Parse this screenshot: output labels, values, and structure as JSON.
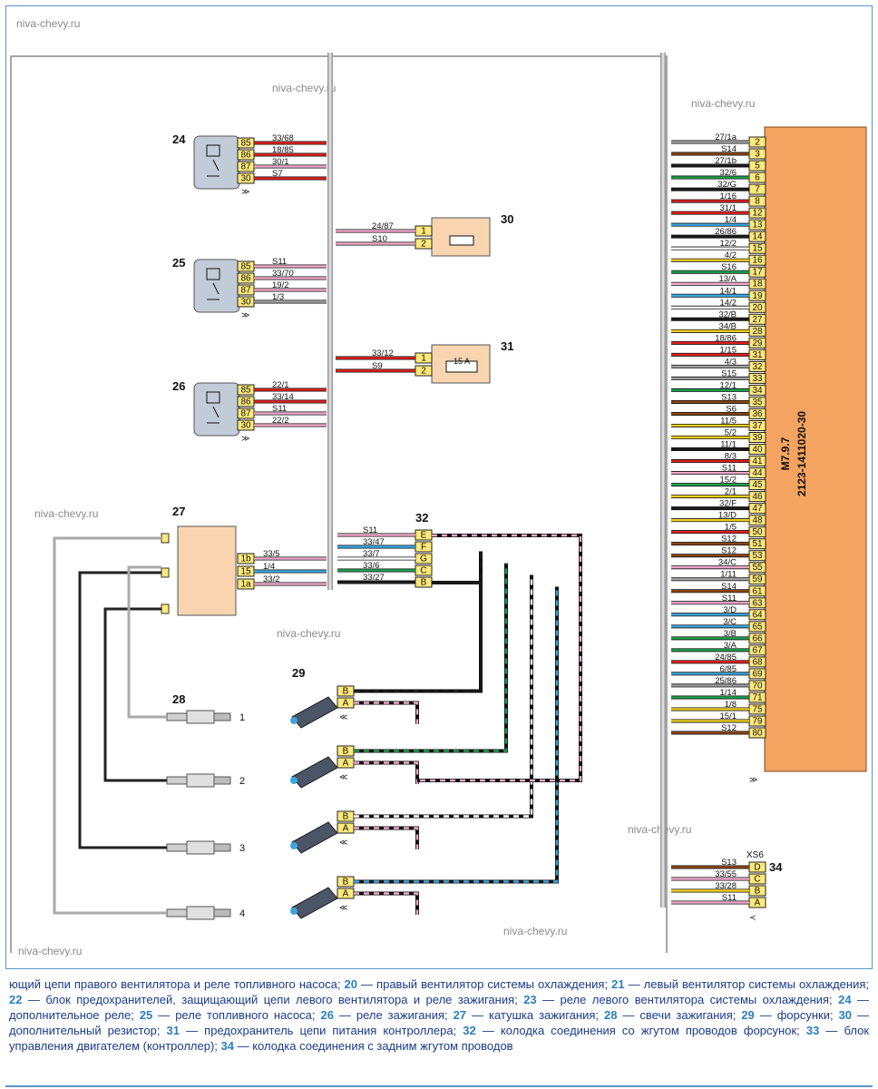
{
  "watermark": "niva-chevy.ru",
  "components": {
    "c24": "24",
    "c25": "25",
    "c26": "26",
    "c27": "27",
    "c28": "28",
    "c29": "29",
    "c30": "30",
    "c31": "31",
    "c32": "32",
    "c33": "33",
    "c34": "34"
  },
  "relay24": {
    "pins": [
      "85",
      "86",
      "87",
      "30"
    ],
    "wires": [
      "33/68",
      "18/85",
      "30/1",
      "S7"
    ],
    "colors": [
      "#e02020",
      "#e02020",
      "#f0a8c8",
      "#e02020"
    ]
  },
  "relay25": {
    "pins": [
      "85",
      "86",
      "87",
      "30"
    ],
    "wires": [
      "S11",
      "33/70",
      "19/2",
      "1/3"
    ],
    "colors": [
      "#f0a8c8",
      "#f0a8c8",
      "#f0a8c8",
      "#a0a0a0"
    ]
  },
  "relay26": {
    "pins": [
      "85",
      "86",
      "87",
      "30"
    ],
    "wires": [
      "22/1",
      "33/14",
      "S11",
      "22/2"
    ],
    "colors": [
      "#e02020",
      "#e02020",
      "#f0a8c8",
      "#f0a8c8"
    ]
  },
  "resistor30": {
    "pins": [
      "1",
      "2"
    ],
    "wires": [
      "24/87",
      "S10"
    ]
  },
  "fuse31": {
    "pins": [
      "1",
      "2"
    ],
    "wires": [
      "33/12",
      "S9"
    ],
    "rating": "15 A"
  },
  "coil27": {
    "pins": [
      "1b",
      "15",
      "1a"
    ],
    "wires": [
      "33/5",
      "1/4",
      "33/2"
    ]
  },
  "conn32": {
    "pins": [
      "E",
      "F",
      "G",
      "C",
      "B"
    ],
    "wires": [
      "S11",
      "33/47",
      "33/7",
      "33/6",
      "33/27"
    ]
  },
  "plugs": [
    "1",
    "2",
    "3",
    "4"
  ],
  "injector_pins": [
    "B",
    "A"
  ],
  "ecu": {
    "model": "M7.9.7",
    "part": "2123-1411020-30",
    "pins": [
      "2",
      "3",
      "5",
      "6",
      "7",
      "8",
      "12",
      "13",
      "14",
      "15",
      "16",
      "17",
      "18",
      "19",
      "20",
      "27",
      "28",
      "29",
      "31",
      "32",
      "33",
      "34",
      "35",
      "36",
      "37",
      "39",
      "40",
      "41",
      "44",
      "45",
      "46",
      "47",
      "48",
      "50",
      "51",
      "53",
      "55",
      "59",
      "61",
      "63",
      "64",
      "65",
      "66",
      "67",
      "68",
      "69",
      "70",
      "71",
      "75",
      "79",
      "80"
    ],
    "wires": [
      "27/1a",
      "S14",
      "27/1b",
      "32/6",
      "32/G",
      "1/16",
      "31/1",
      "1/4",
      "26/86",
      "12/2",
      "4/2",
      "S16",
      "13/A",
      "14/1",
      "14/2",
      "32/B",
      "34/B",
      "18/86",
      "1/15",
      "4/3",
      "S15",
      "12/1",
      "S13",
      "S6",
      "11/5",
      "5/2",
      "11/1",
      "8/3",
      "S11",
      "15/2",
      "2/1",
      "32/F",
      "13/D",
      "1/5",
      "S12",
      "S12",
      "34/C",
      "1/11",
      "S14",
      "S11",
      "3/D",
      "3/C",
      "3/B",
      "3/A",
      "24/85",
      "6/85",
      "25/86",
      "1/14",
      "1/8",
      "15/1",
      "S12"
    ],
    "colors": [
      "#a0a0a0",
      "#8b4513",
      "#1a1a1a",
      "#1fa050",
      "#1a1a1a",
      "#e02020",
      "#e02020",
      "#3aa6e0",
      "#1a1a1a",
      "#ffffff",
      "#f0d020",
      "#1fa050",
      "#f0a8c8",
      "#3aa6e0",
      "#ffffff",
      "#1a1a1a",
      "#f0d020",
      "#e02020",
      "#e02020",
      "#a0a0a0",
      "#a0a0a0",
      "#1fa050",
      "#8b4513",
      "#8b4513",
      "#f0d020",
      "#f0d020",
      "#1a1a1a",
      "#e02020",
      "#f0a8c8",
      "#1fa050",
      "#f0d020",
      "#1a1a1a",
      "#f0d020",
      "#e02020",
      "#8b4513",
      "#8b4513",
      "#f0a8c8",
      "#a0a0a0",
      "#8b4513",
      "#f0a8c8",
      "#3aa6e0",
      "#3aa6e0",
      "#1fa050",
      "#1fa050",
      "#e02020",
      "#3aa6e0",
      "#a0a0a0",
      "#1fa050",
      "#f0d020",
      "#f0d020",
      "#8b4513"
    ]
  },
  "xs6": {
    "name": "XS6",
    "pins": [
      "D",
      "C",
      "B",
      "A"
    ],
    "wires": [
      "S13",
      "33/55",
      "33/28",
      "S11"
    ],
    "colors": [
      "#8b4513",
      "#f0a8c8",
      "#f0d020",
      "#f0a8c8"
    ]
  },
  "caption": {
    "intro": "ющий цепи правого вентилятора и реле топливного насоса; ",
    "items": [
      {
        "n": "20",
        "t": " — правый вентилятор системы охлаждения; "
      },
      {
        "n": "21",
        "t": " — левый вентилятор системы охлаждения; "
      },
      {
        "n": "22",
        "t": " — блок предохранителей, защищающий цепи левого вентилятора и реле зажигания; "
      },
      {
        "n": "23",
        "t": " — реле левого вентилятора системы охлаждения; "
      },
      {
        "n": "24",
        "t": " — дополнительное реле; "
      },
      {
        "n": "25",
        "t": " — реле топливного насоса; "
      },
      {
        "n": "26",
        "t": " — реле зажигания; "
      },
      {
        "n": "27",
        "t": " — катушка зажигания; "
      },
      {
        "n": "28",
        "t": " — свечи зажигания; "
      },
      {
        "n": "29",
        "t": " — форсунки; "
      },
      {
        "n": "30",
        "t": " — дополнительный резистор; "
      },
      {
        "n": "31",
        "t": " — предохранитель цепи питания контроллера; "
      },
      {
        "n": "32",
        "t": " — колодка соединения со жгутом проводов форсунок; "
      },
      {
        "n": "33",
        "t": " — блок управления двигателем (контроллер); "
      },
      {
        "n": "34",
        "t": " — колодка соединения с задним жгутом проводов"
      }
    ]
  }
}
